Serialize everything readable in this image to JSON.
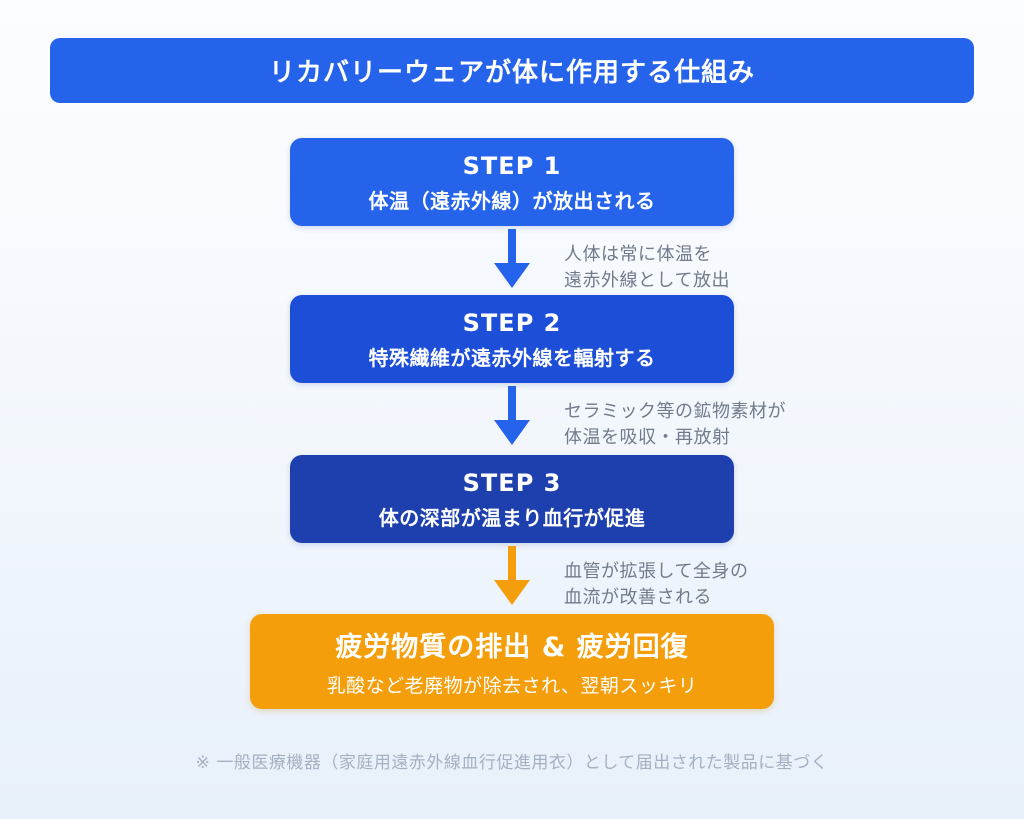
{
  "title": "リカバリーウェアが体に作用する仕組み",
  "steps": [
    {
      "label": "STEP 1",
      "text": "体温（遠赤外線）が放出される",
      "box_color": "#2563eb",
      "arrow_color": "#2563eb",
      "caption": [
        "人体は常に体温を",
        "遠赤外線として放出"
      ]
    },
    {
      "label": "STEP 2",
      "text": "特殊繊維が遠赤外線を輻射する",
      "box_color": "#1d4ed8",
      "arrow_color": "#2563eb",
      "caption": [
        "セラミック等の鉱物素材が",
        "体温を吸収・再放射"
      ]
    },
    {
      "label": "STEP 3",
      "text": "体の深部が温まり血行が促進",
      "box_color": "#1e40af",
      "arrow_color": "#f59e0b",
      "caption": [
        "血管が拡張して全身の",
        "血流が改善される"
      ]
    }
  ],
  "result": {
    "title": "疲労物質の排出 & 疲労回復",
    "subtitle": "乳酸など老廃物が除去され、翌朝スッキリ",
    "box_color": "#f59e0b"
  },
  "footnote": "※ 一般医療機器（家庭用遠赤外線血行促進用衣）として届出された製品に基づく",
  "colors": {
    "accent_blue": "#2563eb",
    "mid_blue": "#1d4ed8",
    "dark_blue": "#1e40af",
    "accent_orange": "#f59e0b",
    "caption_gray": "#717b8c",
    "footnote_gray": "#a5b0c2",
    "background_top": "#fcfdff",
    "background_bottom": "#e8f0fa"
  }
}
